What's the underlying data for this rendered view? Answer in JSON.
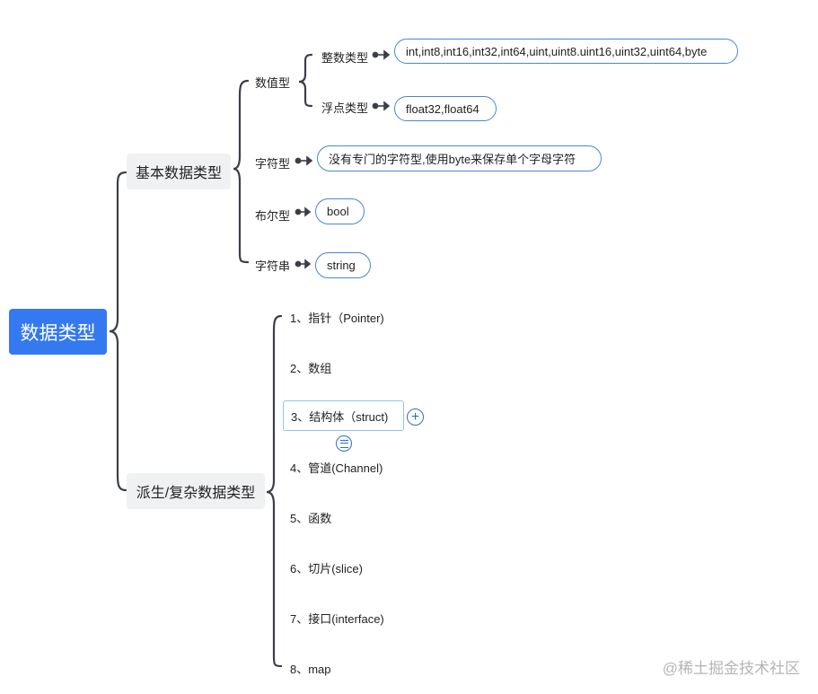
{
  "root": {
    "label": "数据类型"
  },
  "basic": {
    "label": "基本数据类型",
    "numeric": {
      "label": "数值型",
      "integer": {
        "label": "整数类型",
        "value": "int,int8,int16,int32,int64,uint,uint8.uint16,uint32,uint64,byte"
      },
      "float": {
        "label": "浮点类型",
        "value": "float32,float64"
      }
    },
    "char": {
      "label": "字符型",
      "value": "没有专门的字符型,使用byte来保存单个字母字符"
    },
    "bool": {
      "label": "布尔型",
      "value": "bool"
    },
    "string": {
      "label": "字符串",
      "value": "string"
    }
  },
  "derived": {
    "label": "派生/复杂数据类型",
    "items": [
      "1、指针（Pointer)",
      "2、数组",
      "3、结构体（struct)",
      "4、管道(Channel)",
      "5、函数",
      "6、切片(slice)",
      "7、接口(interface)",
      "8、map"
    ]
  },
  "icons": [
    "link-arrow-icon",
    "add-node-icon",
    "note-icon"
  ],
  "colors": {
    "accent": "#3479f0",
    "connector": "#3a3f48",
    "pill_border": "#4a86d8",
    "selection": "#8ec5f0"
  },
  "watermark": "@稀土掘金技术社区"
}
